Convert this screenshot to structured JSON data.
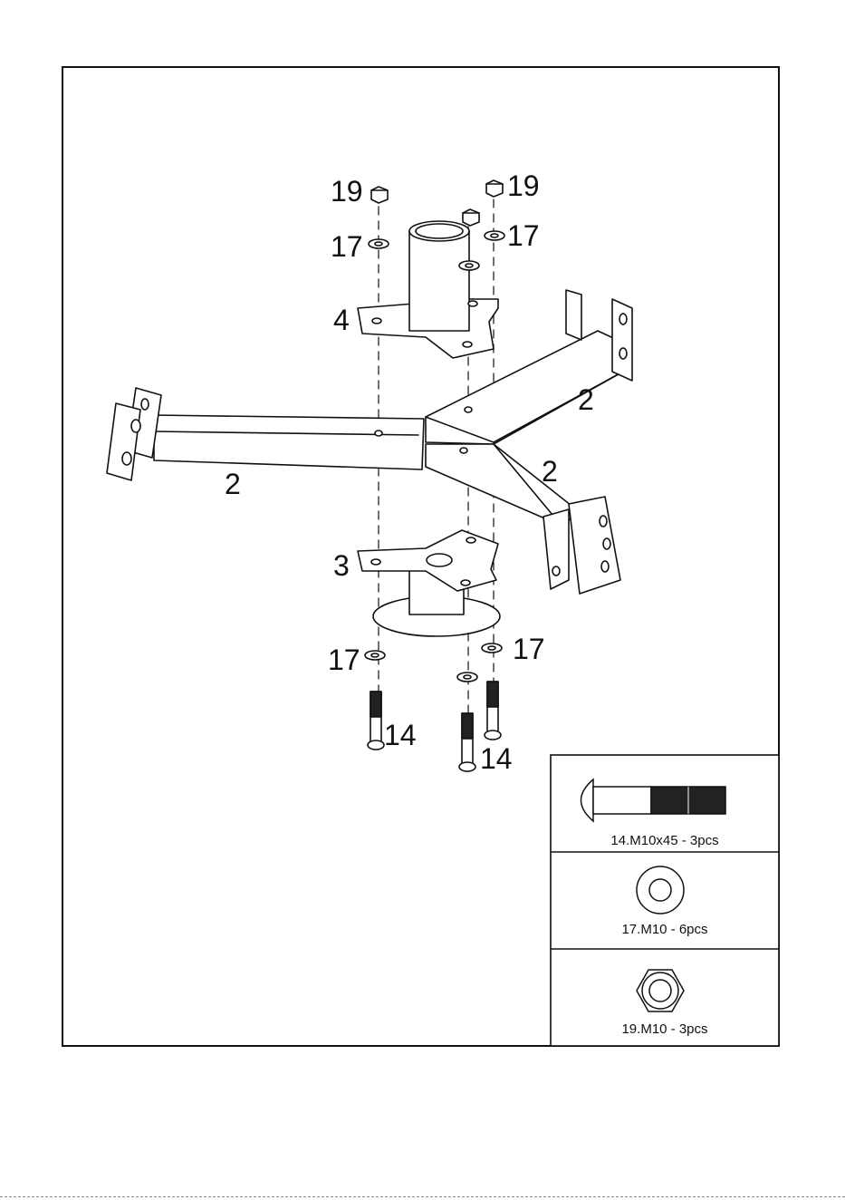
{
  "callouts": {
    "nut_left": "19",
    "nut_right": "19",
    "washer_top_left": "17",
    "washer_top_right": "17",
    "top_plate": "4",
    "leg_right_upper": "2",
    "leg_left": "2",
    "leg_right_lower": "2",
    "bottom_plate": "3",
    "washer_bottom_left": "17",
    "washer_bottom_right": "17",
    "bolt_left": "14",
    "bolt_right": "14"
  },
  "legend": [
    {
      "label": "14.M10x45 - 3pcs",
      "icon": "carriage-bolt-icon"
    },
    {
      "label": "17.M10 - 6pcs",
      "icon": "flat-washer-icon"
    },
    {
      "label": "19.M10 - 3pcs",
      "icon": "hex-nut-icon"
    }
  ],
  "colors": {
    "line": "#111111",
    "background": "#ffffff",
    "thread": "#222222"
  }
}
